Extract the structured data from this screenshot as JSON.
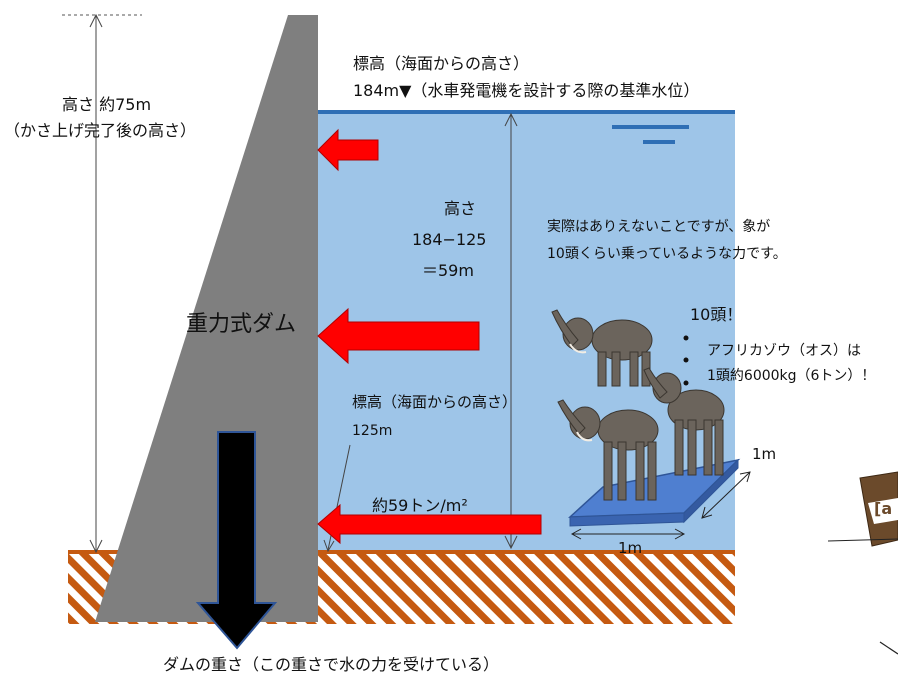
{
  "dam": {
    "label": "重力式ダム",
    "height_label": "高さ 約75m",
    "height_note": "（かさ上げ完了後の高さ）",
    "weight_label": "ダムの重さ（この重さで水の力を受けている）"
  },
  "water_surface": {
    "title": "標高（海面からの高さ）",
    "level": "184m▼（水車発電機を設計する際の基準水位）"
  },
  "bottom": {
    "title": "標高（海面からの高さ）",
    "level": "125m"
  },
  "water_height": {
    "line1": "高さ",
    "line2": "184−125",
    "line3": "＝59m"
  },
  "pressure": {
    "label": "約59トン/m²"
  },
  "note": {
    "line1": "実際はありえないことですが、象が",
    "line2": "10頭くらい乗っているような力です。"
  },
  "elephants": {
    "count": "10頭！",
    "bullet1": "アフリカゾウ（オス）は",
    "bullet2": "1頭約6000kg（6トン）！"
  },
  "plate": {
    "width": "1m",
    "depth": "1m"
  },
  "colors": {
    "water": "#9ec5e8",
    "water_line": "#2f6fb5",
    "dam": "#7f7f7f",
    "ground": "#c55a11",
    "arrow": "#ff0000",
    "weight_arrow": "#000000",
    "plate": "#4f7fd0"
  }
}
